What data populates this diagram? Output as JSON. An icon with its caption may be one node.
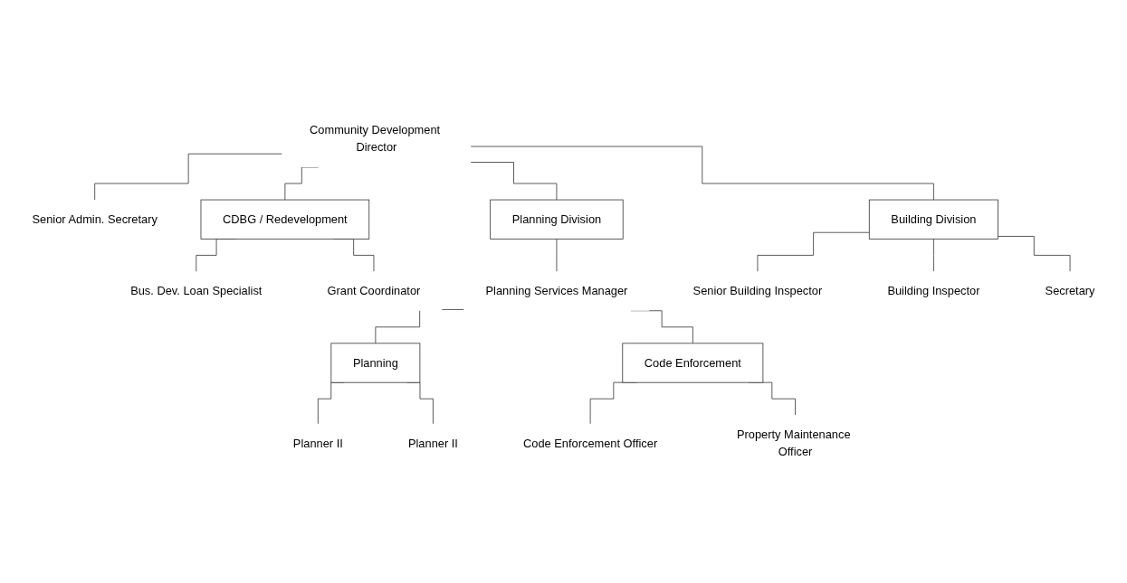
{
  "diagram": {
    "nodes": [
      {
        "text": [
          "Community Development Director"
        ]
      },
      {
        "text": [
          "Senior Admin. Secretary"
        ]
      },
      {
        "text": [
          "CDBG / Redevelopment"
        ]
      },
      {
        "text": [
          "Planning Division"
        ]
      },
      {
        "text": [
          "Building Division"
        ]
      },
      {
        "text": [
          "Bus. Dev. Loan Specialist"
        ]
      },
      {
        "text": [
          "Grant Coordinator"
        ]
      },
      {
        "text": [
          "Planning Services Manager"
        ]
      },
      {
        "text": [
          "Senior Building Inspector"
        ]
      },
      {
        "text": [
          "Building Inspector"
        ]
      },
      {
        "text": [
          "Secretary"
        ]
      },
      {
        "text": [
          "Planning"
        ]
      },
      {
        "text": [
          "Code Enforcement"
        ]
      },
      {
        "text": [
          "Planner II"
        ]
      },
      {
        "text": [
          "Planner II"
        ]
      },
      {
        "text": [
          "Code Enforcement Officer"
        ]
      },
      {
        "text": [
          "Property Maintenance Officer"
        ]
      }
    ],
    "edges": [
      {
        "from": 0,
        "to": 1,
        "arrow": "none"
      },
      {
        "from": 0,
        "to": 2,
        "arrow": "none"
      },
      {
        "from": 0,
        "to": 3,
        "arrow": "none"
      },
      {
        "from": 0,
        "to": 4,
        "arrow": "none"
      },
      {
        "from": 2,
        "to": 5,
        "arrow": "none"
      },
      {
        "from": 2,
        "to": 6,
        "arrow": "none"
      },
      {
        "from": 3,
        "to": 7,
        "arrow": "none"
      },
      {
        "from": 4,
        "to": 8,
        "arrow": "none"
      },
      {
        "from": 4,
        "to": 9,
        "arrow": "none"
      },
      {
        "from": 4,
        "to": 10,
        "arrow": "none"
      },
      {
        "from": 7,
        "to": 11,
        "arrow": "none"
      },
      {
        "from": 7,
        "to": 12,
        "arrow": "none"
      },
      {
        "from": 11,
        "to": 13,
        "arrow": "none"
      },
      {
        "from": 11,
        "to": 14,
        "arrow": "none"
      },
      {
        "from": 12,
        "to": 15,
        "arrow": "none"
      },
      {
        "from": 12,
        "to": 16,
        "arrow": "none"
      }
    ]
  }
}
